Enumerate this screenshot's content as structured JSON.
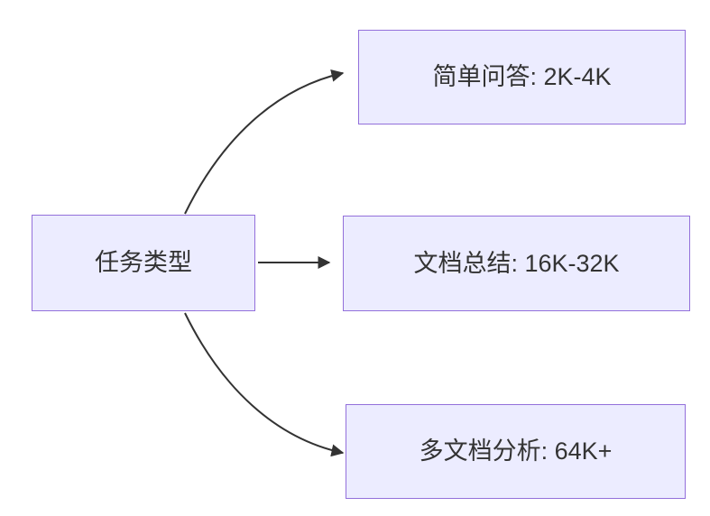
{
  "diagram": {
    "type": "flowchart",
    "root": {
      "label": "任务类型"
    },
    "nodes": [
      {
        "label": "简单问答: 2K-4K"
      },
      {
        "label": "文档总结: 16K-32K"
      },
      {
        "label": "多文档分析: 64K+"
      }
    ],
    "colors": {
      "node_fill": "#ECECFF",
      "node_border": "#9370DB",
      "edge": "#333333",
      "text": "#333333",
      "background": "#FFFFFF"
    }
  }
}
